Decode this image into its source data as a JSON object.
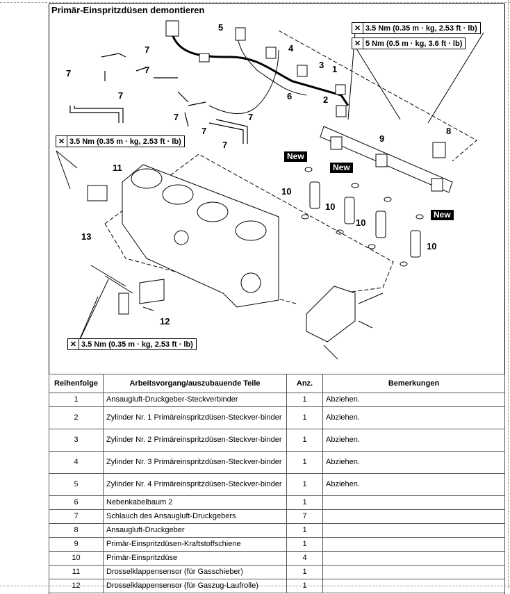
{
  "title": "Primär-Einspritzdüsen demontieren",
  "torque_specs": [
    "3.5 Nm (0.35 m · kg, 2.53 ft · lb)",
    "5 Nm (0.5 m · kg, 3.6 ft · lb)",
    "3.5 Nm (0.35 m · kg, 2.53 ft · lb)",
    "3.5 Nm (0.35 m · kg, 2.53 ft · lb)"
  ],
  "new_badge": "New",
  "callouts": [
    "1",
    "2",
    "3",
    "4",
    "5",
    "6",
    "7",
    "8",
    "9",
    "10",
    "11",
    "12",
    "13"
  ],
  "table": {
    "headers": [
      "Reihenfolge",
      "Arbeitsvorgang/auszubauende Teile",
      "Anz.",
      "Bemerkungen"
    ],
    "rows": [
      {
        "seq": "1",
        "part": "Ansaugluft-Druckgeber-Steckverbinder",
        "qty": "1",
        "note": "Abziehen."
      },
      {
        "seq": "2",
        "part": "Zylinder Nr. 1 Primäreinspritzdüsen-Steckver-binder",
        "qty": "1",
        "note": "Abziehen."
      },
      {
        "seq": "3",
        "part": "Zylinder Nr. 2 Primäreinspritzdüsen-Steckver-binder",
        "qty": "1",
        "note": "Abziehen."
      },
      {
        "seq": "4",
        "part": "Zylinder Nr. 3 Primäreinspritzdüsen-Steckver-binder",
        "qty": "1",
        "note": "Abziehen."
      },
      {
        "seq": "5",
        "part": "Zylinder Nr. 4 Primäreinspritzdüsen-Steckver-binder",
        "qty": "1",
        "note": "Abziehen."
      },
      {
        "seq": "6",
        "part": "Nebenkabelbaum 2",
        "qty": "1",
        "note": ""
      },
      {
        "seq": "7",
        "part": "Schlauch des Ansaugluft-Druckgebers",
        "qty": "7",
        "note": ""
      },
      {
        "seq": "8",
        "part": "Ansaugluft-Druckgeber",
        "qty": "1",
        "note": ""
      },
      {
        "seq": "9",
        "part": "Primär-Einspritzdüsen-Kraftstoffschiene",
        "qty": "1",
        "note": ""
      },
      {
        "seq": "10",
        "part": "Primär-Einspritzdüse",
        "qty": "4",
        "note": ""
      },
      {
        "seq": "11",
        "part": "Drosselklappensensor (für Gasschieber)",
        "qty": "1",
        "note": ""
      },
      {
        "seq": "12",
        "part": "Drosselklappensensor (für Gaszug-Laufrolle)",
        "qty": "1",
        "note": ""
      }
    ]
  }
}
